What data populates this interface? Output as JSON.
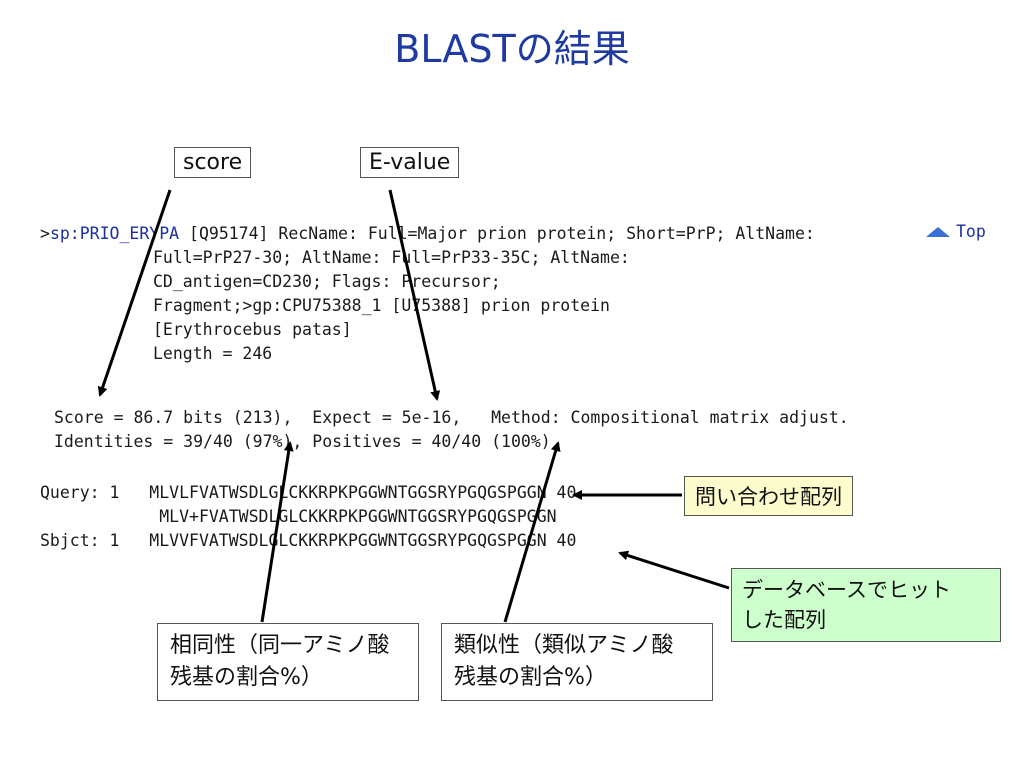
{
  "title": "BLASTの結果",
  "header": {
    "id_link": "sp:PRIO_ERYPA",
    "line1_rest": " [Q95174] RecName: Full=Major prion protein; Short=PrP; AltName:",
    "line2": "Full=PrP27-30; AltName: Full=PrP33-35C; AltName:",
    "line3": "CD_antigen=CD230; Flags: Precursor;",
    "line4": "Fragment;>gp:CPU75388_1 [U75388] prion protein",
    "line5": "[Erythrocebus patas]",
    "line6": "Length = 246",
    "top_label": "Top"
  },
  "stats": {
    "line1": "Score = 86.7 bits (213),  Expect = 5e-16,   Method: Compositional matrix adjust.",
    "line2": "Identities = 39/40 (97%), Positives = 40/40 (100%)"
  },
  "alignment": {
    "query": "Query: 1   MLVLFVATWSDLGLCKKRPKPGGWNTGGSRYPGQGSPGGN 40",
    "match": "            MLV+FVATWSDLGLCKKRPKPGGWNTGGSRYPGQGSPGGN",
    "sbjct": "Sbjct: 1   MLVVFVATWSDLGLCKKRPKPGGWNTGGSRYPGQGSPGGN 40"
  },
  "callouts": {
    "score": "score",
    "evalue": "E-value",
    "query_seq": "問い合わせ配列",
    "db_hit_line1": "データベースでヒット",
    "db_hit_line2": "した配列",
    "identity_line1": "相同性（同一アミノ酸",
    "identity_line2": "残基の割合%）",
    "similarity_line1": "類似性（類似アミノ酸",
    "similarity_line2": "残基の割合%）"
  },
  "colors": {
    "title": "#1f3aa0",
    "link": "#1a2fa0",
    "yellow_box": "#fdfccd",
    "green_box": "#ccffcc"
  }
}
